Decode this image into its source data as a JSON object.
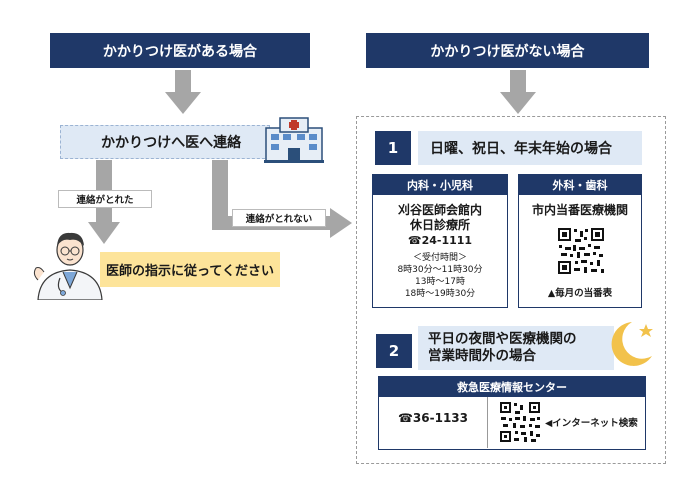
{
  "left": {
    "header": "かかりつけ医がある場合",
    "contact_box": "かかりつけへ医へ連絡",
    "reached_label": "連絡がとれた",
    "not_reached_label": "連絡がとれない",
    "result": "医師の指示に従ってください"
  },
  "right": {
    "header": "かかりつけ医がない場合",
    "section1": {
      "number": "1",
      "title": "日曜、祝日、年末年始の場合",
      "card_internal": {
        "header": "内科・小児科",
        "line1": "刈谷医師会館内",
        "line2": "休日診療所",
        "phone": "☎24-1111",
        "hours_title": "＜受付時間＞",
        "hours": [
          "8時30分～11時30分",
          "13時～17時",
          "18時～19時30分"
        ]
      },
      "card_surgery": {
        "header": "外科・歯科",
        "line1": "市内当番医療機関",
        "caption": "▲毎月の当番表"
      }
    },
    "section2": {
      "number": "2",
      "title_line1": "平日の夜間や医療機関の",
      "title_line2": "営業時間外の場合",
      "center": {
        "header": "救急医療情報センター",
        "phone": "☎36-1133",
        "search": "◀インターネット検索"
      }
    }
  },
  "colors": {
    "navy": "#1f3868",
    "arrow_gray": "#a6a6a6",
    "yellow": "#fde49a",
    "pale_blue": "#dfe9f5",
    "moon": "#f2c24b"
  }
}
